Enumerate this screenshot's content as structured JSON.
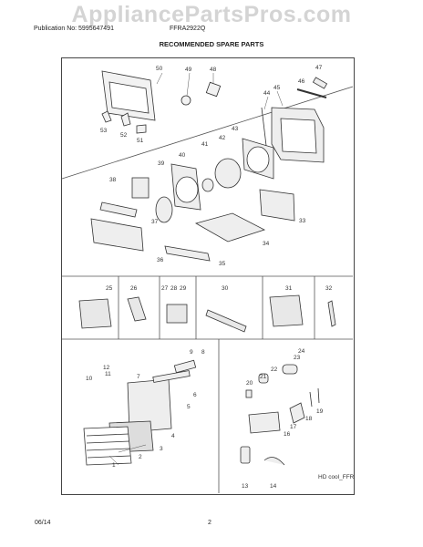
{
  "header": {
    "watermark": "AppliancePartsPros.com",
    "publication": "Publication No: 5995647491",
    "model": "FFRA2922Q",
    "title": "RECOMMENDED SPARE PARTS"
  },
  "callouts": {
    "c1": "1",
    "c2": "2",
    "c3": "3",
    "c4": "4",
    "c5": "5",
    "c6": "6",
    "c7": "7",
    "c8": "8",
    "c9": "9",
    "c10": "10",
    "c11": "11",
    "c12": "12",
    "c13": "13",
    "c14": "14",
    "c16": "16",
    "c17": "17",
    "c18": "18",
    "c19": "19",
    "c20": "20",
    "c21": "21",
    "c22": "22",
    "c23": "23",
    "c24": "24",
    "c25": "25",
    "c26": "26",
    "c27": "27",
    "c28": "28",
    "c29": "29",
    "c30": "30",
    "c31": "31",
    "c32": "32",
    "c33": "33",
    "c34": "34",
    "c35": "35",
    "c36": "36",
    "c37": "37",
    "c38": "38",
    "c39": "39",
    "c40": "40",
    "c41": "41",
    "c42": "42",
    "c43": "43",
    "c44": "44",
    "c45": "45",
    "c46": "46",
    "c47": "47",
    "c48": "48",
    "c49": "49",
    "c50": "50",
    "c51": "51",
    "c52": "52",
    "c53": "53"
  },
  "diagram_caption": "HD cool_FFR",
  "footer": {
    "date": "06/14",
    "page": "2"
  }
}
